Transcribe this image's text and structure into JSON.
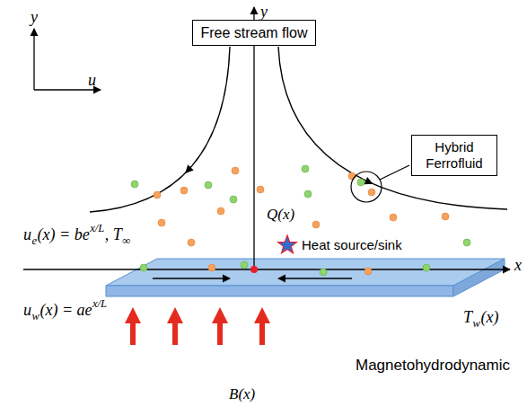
{
  "diagram": {
    "nodes": [
      {
        "text": [
          "Free stream flow"
        ]
      },
      {
        "text": [
          "Hybrid Ferrofluid"
        ]
      }
    ],
    "labels": [
      "y",
      "u",
      "y",
      "x",
      "u",
      "e",
      "(x) = be",
      "x/L",
      ", T",
      "∞",
      "Q(x)",
      "Heat source/sink",
      "u",
      "w",
      "(x) = ae",
      "x/L",
      "T",
      "w",
      "(x)",
      "Magnetohydrodynamic",
      "B(x)"
    ]
  }
}
